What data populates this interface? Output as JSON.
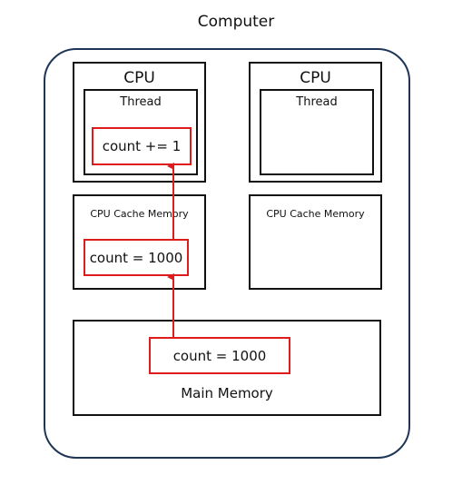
{
  "title": "Computer",
  "cpus": [
    {
      "label": "CPU",
      "thread_label": "Thread",
      "thread_value": "count += 1",
      "cache_label": "CPU Cache Memory",
      "cache_value": "count = 1000"
    },
    {
      "label": "CPU",
      "thread_label": "Thread",
      "cache_label": "CPU Cache Memory"
    }
  ],
  "main_memory": {
    "label": "Main Memory",
    "value": "count = 1000"
  },
  "colors": {
    "frame": "#1f3556",
    "highlight": "#e01b1b",
    "border": "#111111"
  }
}
